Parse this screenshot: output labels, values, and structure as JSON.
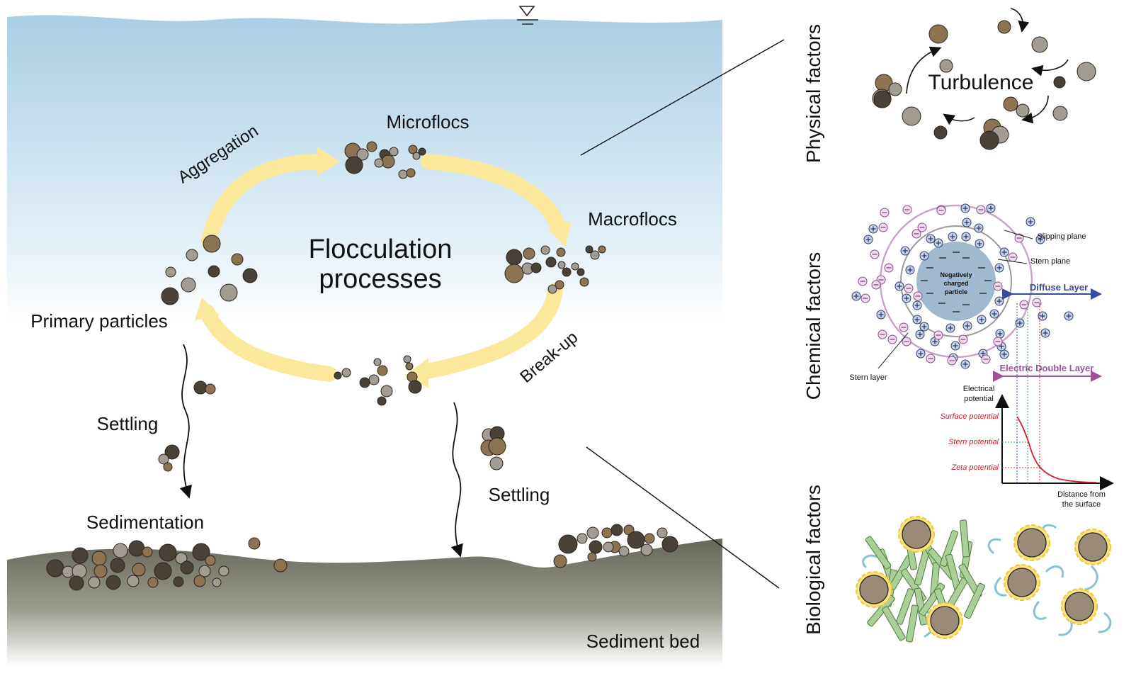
{
  "main": {
    "title_line1": "Flocculation",
    "title_line2": "processes",
    "microflocs": "Microflocs",
    "macroflocs": "Macroflocs",
    "primary_particles": "Primary particles",
    "aggregation": "Aggregation",
    "break_up": "Break-up",
    "settling_left": "Settling",
    "settling_right": "Settling",
    "sedimentation": "Sedimentation",
    "sediment_bed": "Sediment bed"
  },
  "factors": {
    "physical": "Physical factors",
    "chemical": "Chemical factors",
    "biological": "Biological factors",
    "turbulence": "Turbulence"
  },
  "edl": {
    "slipping_plane": "Slipping plane",
    "stern_plane": "Stern plane",
    "diffuse_layer": "Diffuse Layer",
    "electric_double_layer": "Electric Double Layer",
    "stern_layer": "Stern layer",
    "particle_line1": "Negatively",
    "particle_line2": "charged",
    "particle_line3": "particle",
    "y_axis_line1": "Electrical",
    "y_axis_line2": "potential",
    "x_axis_line1": "Distance from",
    "x_axis_line2": "the surface",
    "surface_potential": "Surface potential",
    "stern_potential": "Stern potential",
    "zeta_potential": "Zeta potential"
  },
  "colors": {
    "water_top": "#a9cfe4",
    "sediment": "#6b6b58",
    "cycle_arrow": "#fbe89a",
    "particle_dark": "#4a4238",
    "particle_brown": "#8c7453",
    "particle_light": "#a39c92",
    "diffuse_layer": "#3a4aa0",
    "double_layer": "#a0509a",
    "potential_curve": "#d0202a"
  },
  "icons": {
    "water_surface": "water-level-triangle-icon",
    "cation": "plus-circle-icon",
    "anion": "minus-circle-icon"
  }
}
